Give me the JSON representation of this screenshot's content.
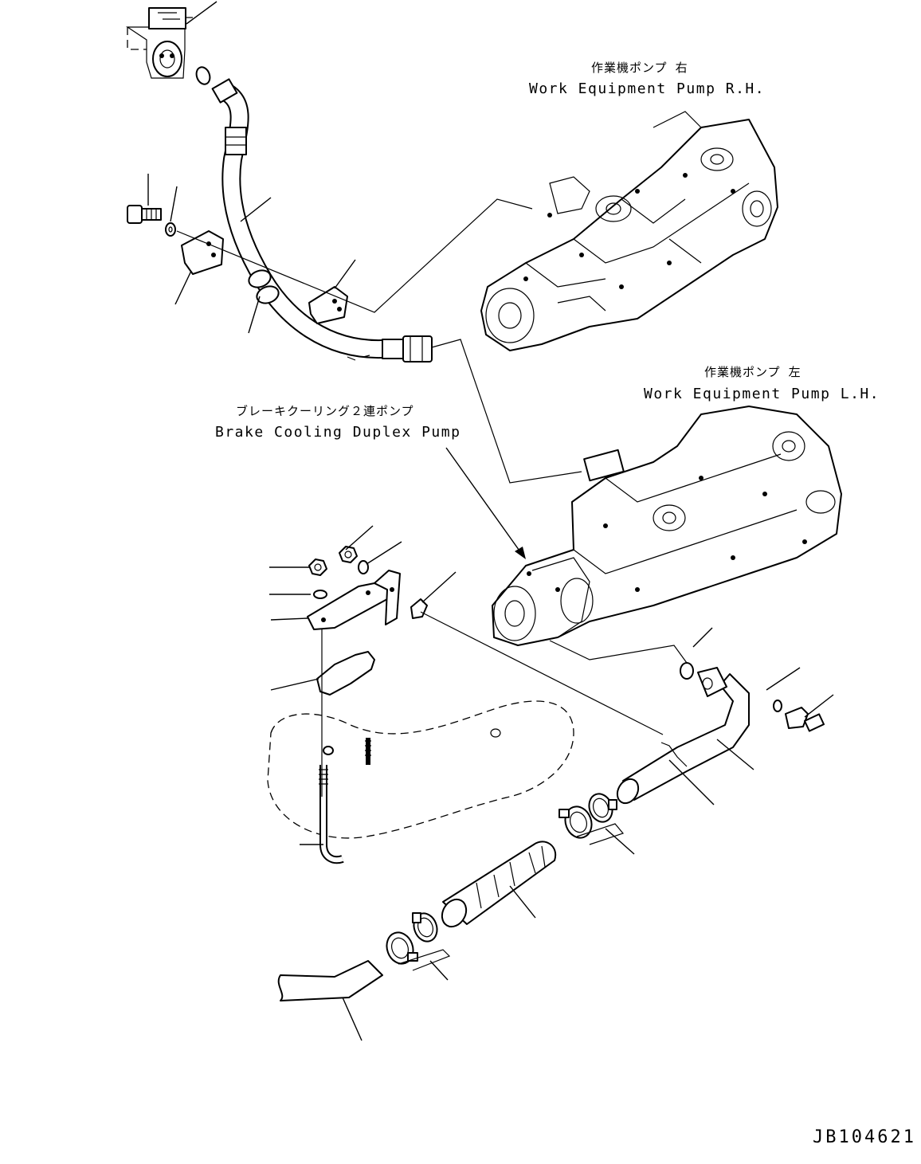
{
  "labels": {
    "pump_rh_jp": "作業機ポンプ 右",
    "pump_rh_en": "Work Equipment Pump R.H.",
    "pump_lh_jp": "作業機ポンプ 左",
    "pump_lh_en": "Work Equipment Pump L.H.",
    "brake_pump_jp": "ブレーキクーリング２連ポンプ",
    "brake_pump_en": "Brake Cooling Duplex Pump"
  },
  "drawing_code": "JB104621"
}
